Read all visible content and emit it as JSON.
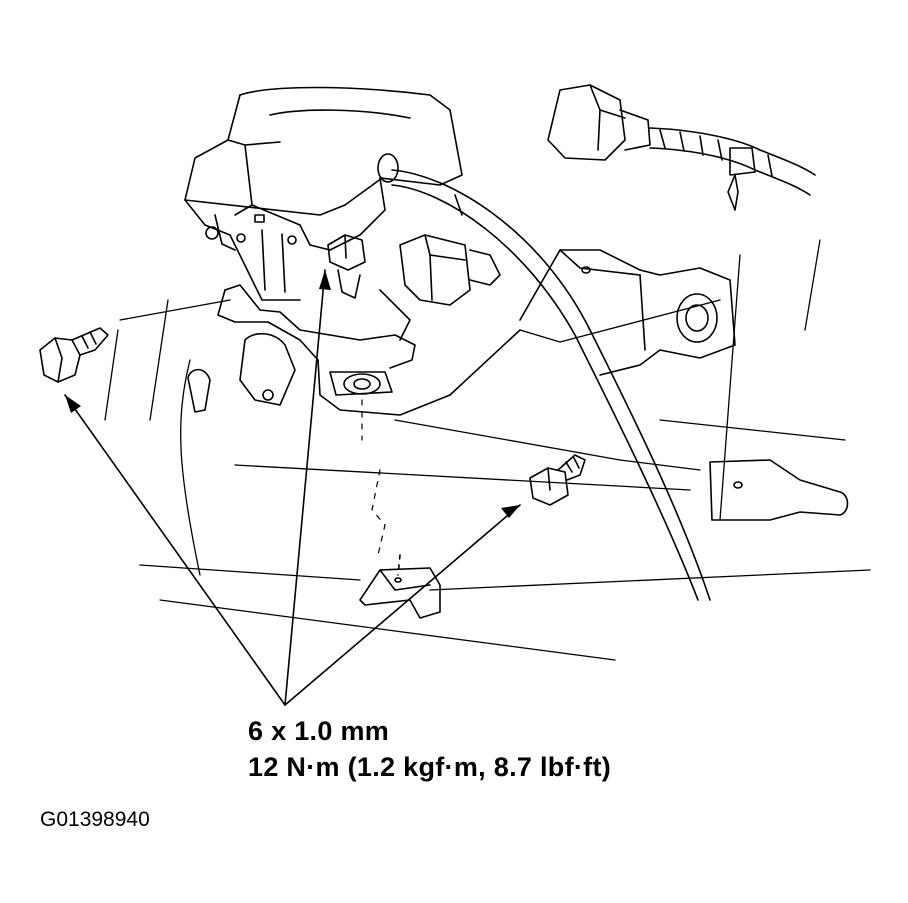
{
  "callout": {
    "bolt_size": "6 x 1.0 mm",
    "torque": "12 N·m (1.2 kgf·m, 8.7 lbf·ft)"
  },
  "figure_id": "G01398940",
  "colors": {
    "ink": "#000000",
    "background": "#ffffff"
  }
}
